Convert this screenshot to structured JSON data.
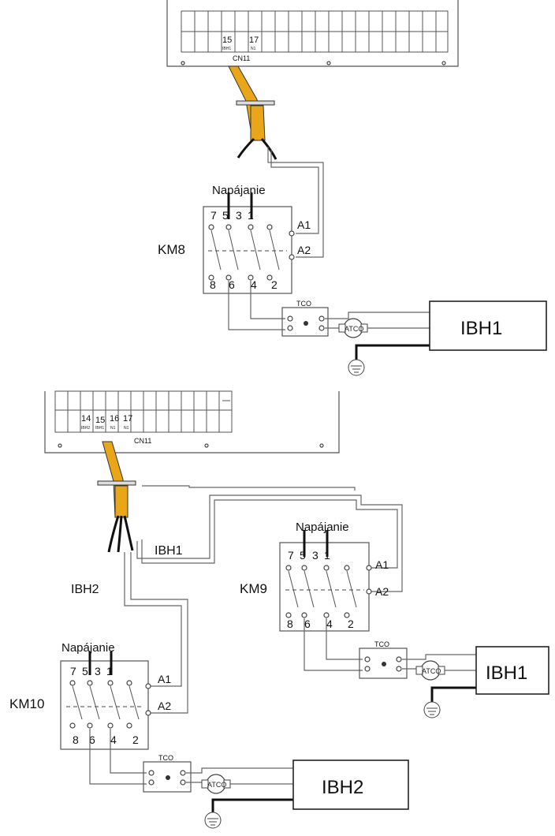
{
  "top": {
    "board": {
      "pin_a": "15",
      "pin_a_sub": "IBH1",
      "pin_b": "17",
      "pin_b_sub": "N1",
      "connector": "CN11"
    },
    "contactor": {
      "name": "KM8",
      "supply": "Napájanie",
      "pins_top": [
        "7",
        "5",
        "3",
        "1"
      ],
      "pins_bottom": [
        "8",
        "6",
        "4",
        "2"
      ],
      "coil_a1": "A1",
      "coil_a2": "A2"
    },
    "tco": "TCO",
    "atco": "ATCO",
    "heater": "IBH1"
  },
  "bottom": {
    "board": {
      "pins": [
        "14",
        "15",
        "16",
        "17"
      ],
      "pin_subs": [
        "IBH2",
        "IBH1",
        "N1",
        "N1"
      ],
      "connector": "CN11"
    },
    "wire_label_ibh1": "IBH1",
    "wire_label_ibh2": "IBH2",
    "km9": {
      "name": "KM9",
      "supply": "Napájanie",
      "pins_top": [
        "7",
        "5",
        "3",
        "1"
      ],
      "pins_bottom": [
        "8",
        "6",
        "4",
        "2"
      ],
      "coil_a1": "A1",
      "coil_a2": "A2",
      "tco": "TCO",
      "atco": "ATCO",
      "heater": "IBH1"
    },
    "km10": {
      "name": "KM10",
      "supply": "Napájanie",
      "pins_top": [
        "7",
        "5",
        "3",
        "1"
      ],
      "pins_bottom": [
        "8",
        "6",
        "4",
        "2"
      ],
      "coil_a1": "A1",
      "coil_a2": "A2",
      "tco": "TCO",
      "atco": "ATCO",
      "heater": "IBH2"
    }
  }
}
